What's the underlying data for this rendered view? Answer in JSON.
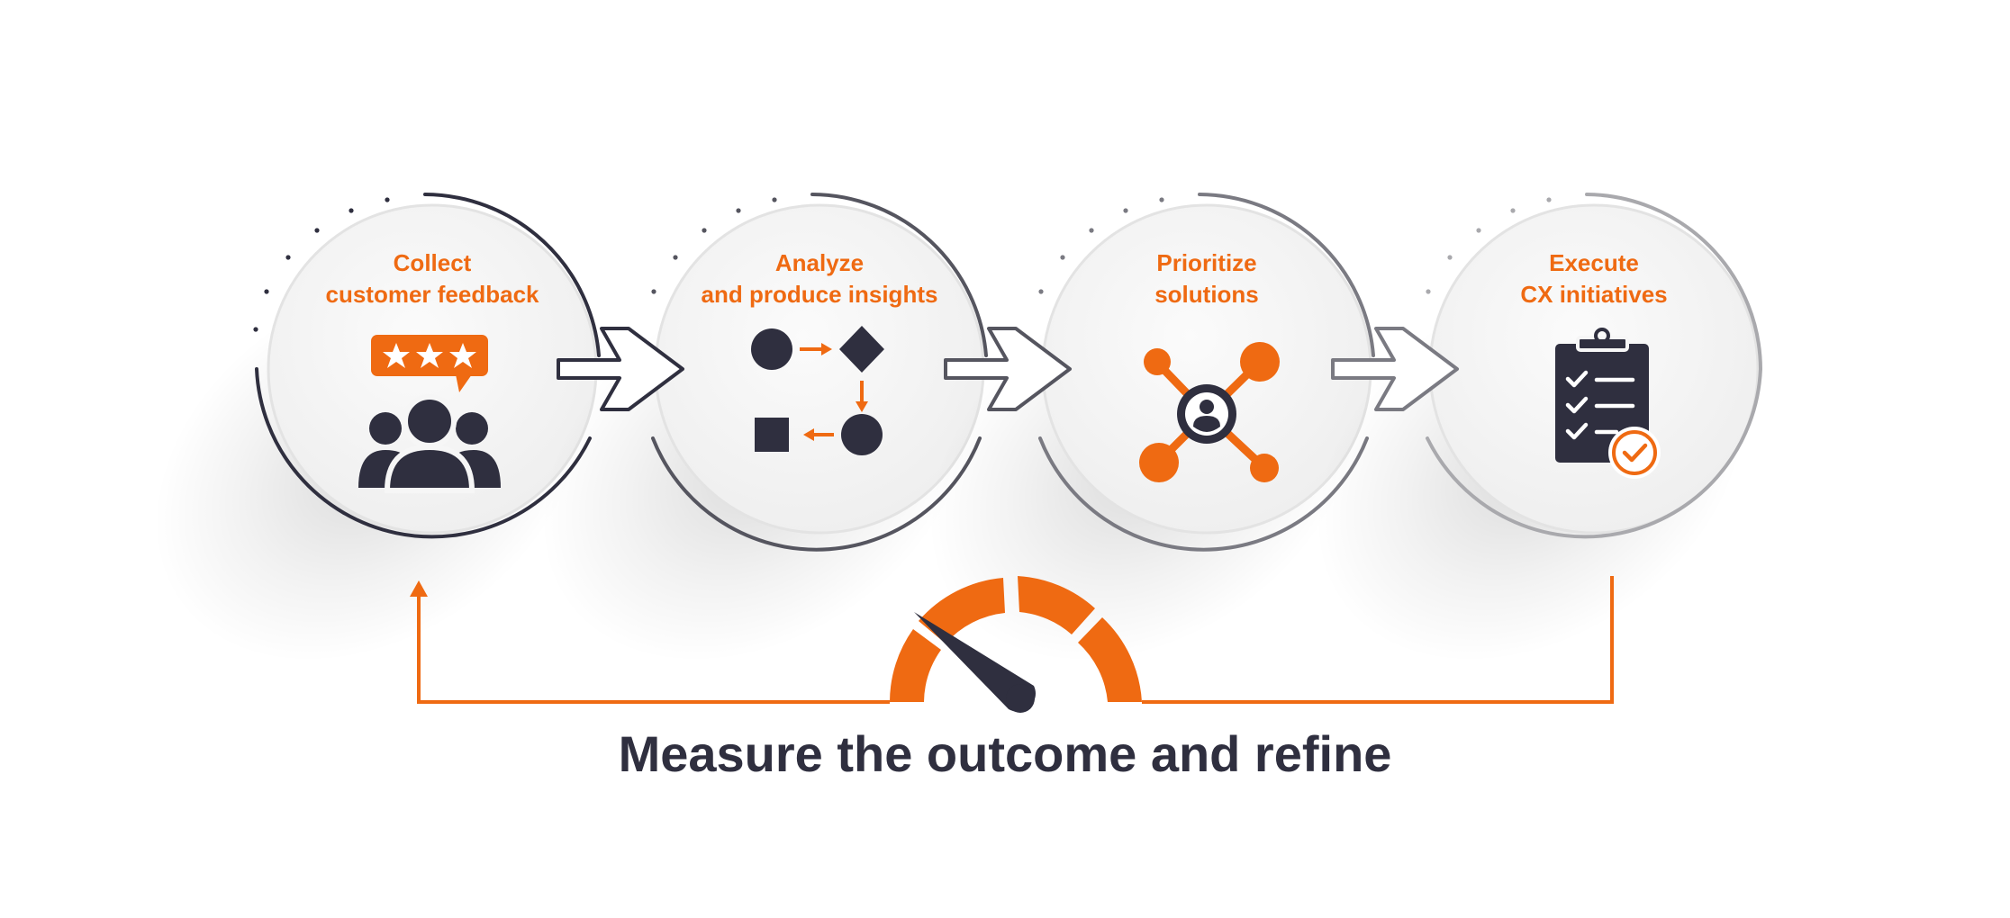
{
  "colors": {
    "accent": "#ef6a12",
    "dark": "#2f2f3f",
    "circle": "#f6f6f6",
    "ring_dark": "#2f2f3f",
    "ring_light": "#a9a9ad"
  },
  "steps": [
    {
      "line1": "Collect",
      "line2": "customer feedback",
      "icon": "customer-feedback-icon"
    },
    {
      "line1": "Analyze",
      "line2": "and produce insights",
      "icon": "process-flow-icon"
    },
    {
      "line1": "Prioritize",
      "line2": "solutions",
      "icon": "network-person-icon"
    },
    {
      "line1": "Execute",
      "line2": "CX initiatives",
      "icon": "checklist-clipboard-icon"
    }
  ],
  "connectors": [
    "arrow-right-icon",
    "arrow-right-icon",
    "arrow-right-icon"
  ],
  "feedback_loop": {
    "gauge_icon": "speedometer-icon",
    "caption": "Measure the outcome and refine"
  }
}
